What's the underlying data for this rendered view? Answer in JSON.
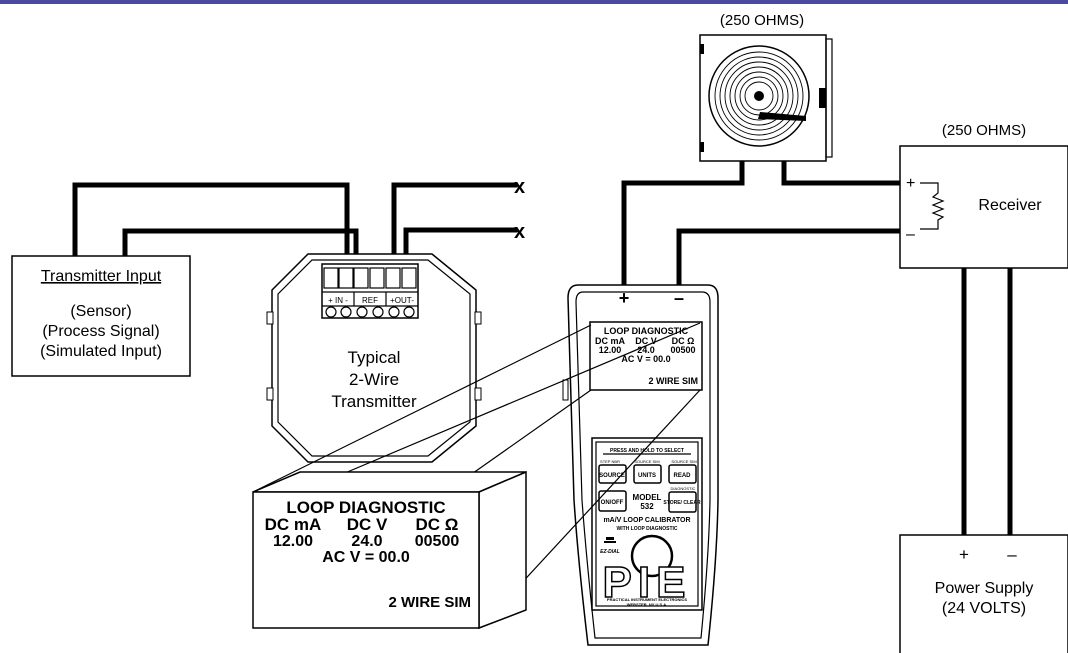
{
  "header_bar": {
    "color": "#4a4aa0",
    "text": ""
  },
  "transmitter_input": {
    "title": "Transmitter Input",
    "lines": [
      "(Sensor)",
      "(Process Signal)",
      "(Simulated Input)"
    ]
  },
  "transmitter": {
    "terminal_labels": [
      "+ IN -",
      "REF",
      "+OUT-"
    ],
    "label_lines": [
      "Typical",
      "2-Wire",
      "Transmitter"
    ]
  },
  "wire_ends": [
    "x",
    "x"
  ],
  "recorder": {
    "label": "(250 OHMS)"
  },
  "receiver": {
    "label": "(250 OHMS)",
    "title": "Receiver",
    "plus": "+",
    "minus": "–"
  },
  "power_supply": {
    "plus": "+",
    "minus": "–",
    "lines": [
      "Power Supply",
      "(24 VOLTS)"
    ]
  },
  "calibrator": {
    "plus": "+",
    "minus": "–",
    "display": {
      "title": "LOOP DIAGNOSTIC",
      "headers": [
        "DC mA",
        "DC V",
        "DC Ω"
      ],
      "values": [
        "12.00",
        "24.0",
        "00500"
      ],
      "ac_line": "AC V = 00.0",
      "mode": "2 WIRE SIM"
    },
    "keypad": {
      "press_hold": "PRESS AND HOLD TO SELECT",
      "mini_labels": [
        "STEP NBR",
        "SOURCE SIM",
        "SOURCE SIM"
      ],
      "buttons": [
        "SOURCE",
        "UNITS",
        "READ",
        "ON/OFF",
        "STORE/ CLEAR"
      ],
      "diagnostic_label": "DIAGNOSTIC",
      "model_line1": "MODEL",
      "model_line2": "532",
      "product_line1": "mA/V LOOP CALIBRATOR",
      "product_line2": "WITH LOOP DIAGNOSTIC",
      "ezdial": "EZ-DIAL",
      "brand": "PIE",
      "maker1": "PRACTICAL INSTRUMENT ELECTRONICS",
      "maker2": "WEBSTER, NY U.S.A."
    }
  }
}
